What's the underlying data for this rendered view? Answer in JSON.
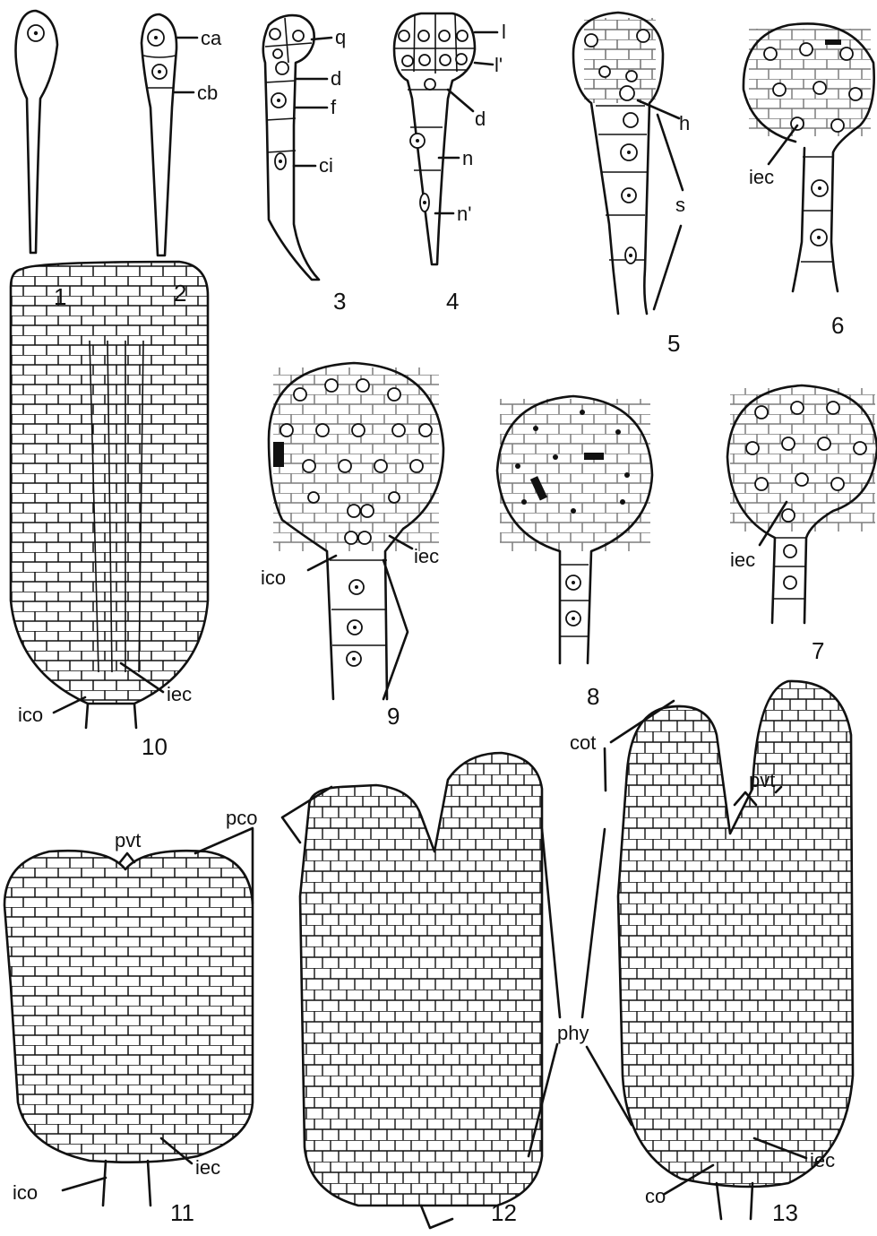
{
  "figures": [
    {
      "number": "1",
      "labels": []
    },
    {
      "number": "2",
      "labels": [
        "ca",
        "cb"
      ]
    },
    {
      "number": "3",
      "labels": [
        "q",
        "d",
        "f",
        "ci"
      ]
    },
    {
      "number": "4",
      "labels": [
        "l",
        "l'",
        "d",
        "n",
        "n'"
      ]
    },
    {
      "number": "5",
      "labels": [
        "h",
        "s"
      ]
    },
    {
      "number": "6",
      "labels": [
        "iec"
      ]
    },
    {
      "number": "7",
      "labels": [
        "iec"
      ]
    },
    {
      "number": "8",
      "labels": []
    },
    {
      "number": "9",
      "labels": [
        "ico",
        "iec"
      ]
    },
    {
      "number": "10",
      "labels": [
        "ico",
        "iec"
      ]
    },
    {
      "number": "11",
      "labels": [
        "pvt",
        "ico",
        "iec"
      ]
    },
    {
      "number": "12",
      "labels": []
    },
    {
      "number": "13",
      "labels": [
        "pvt",
        "co",
        "iec"
      ]
    }
  ],
  "shared_labels": [
    "pco",
    "cot",
    "phy"
  ]
}
